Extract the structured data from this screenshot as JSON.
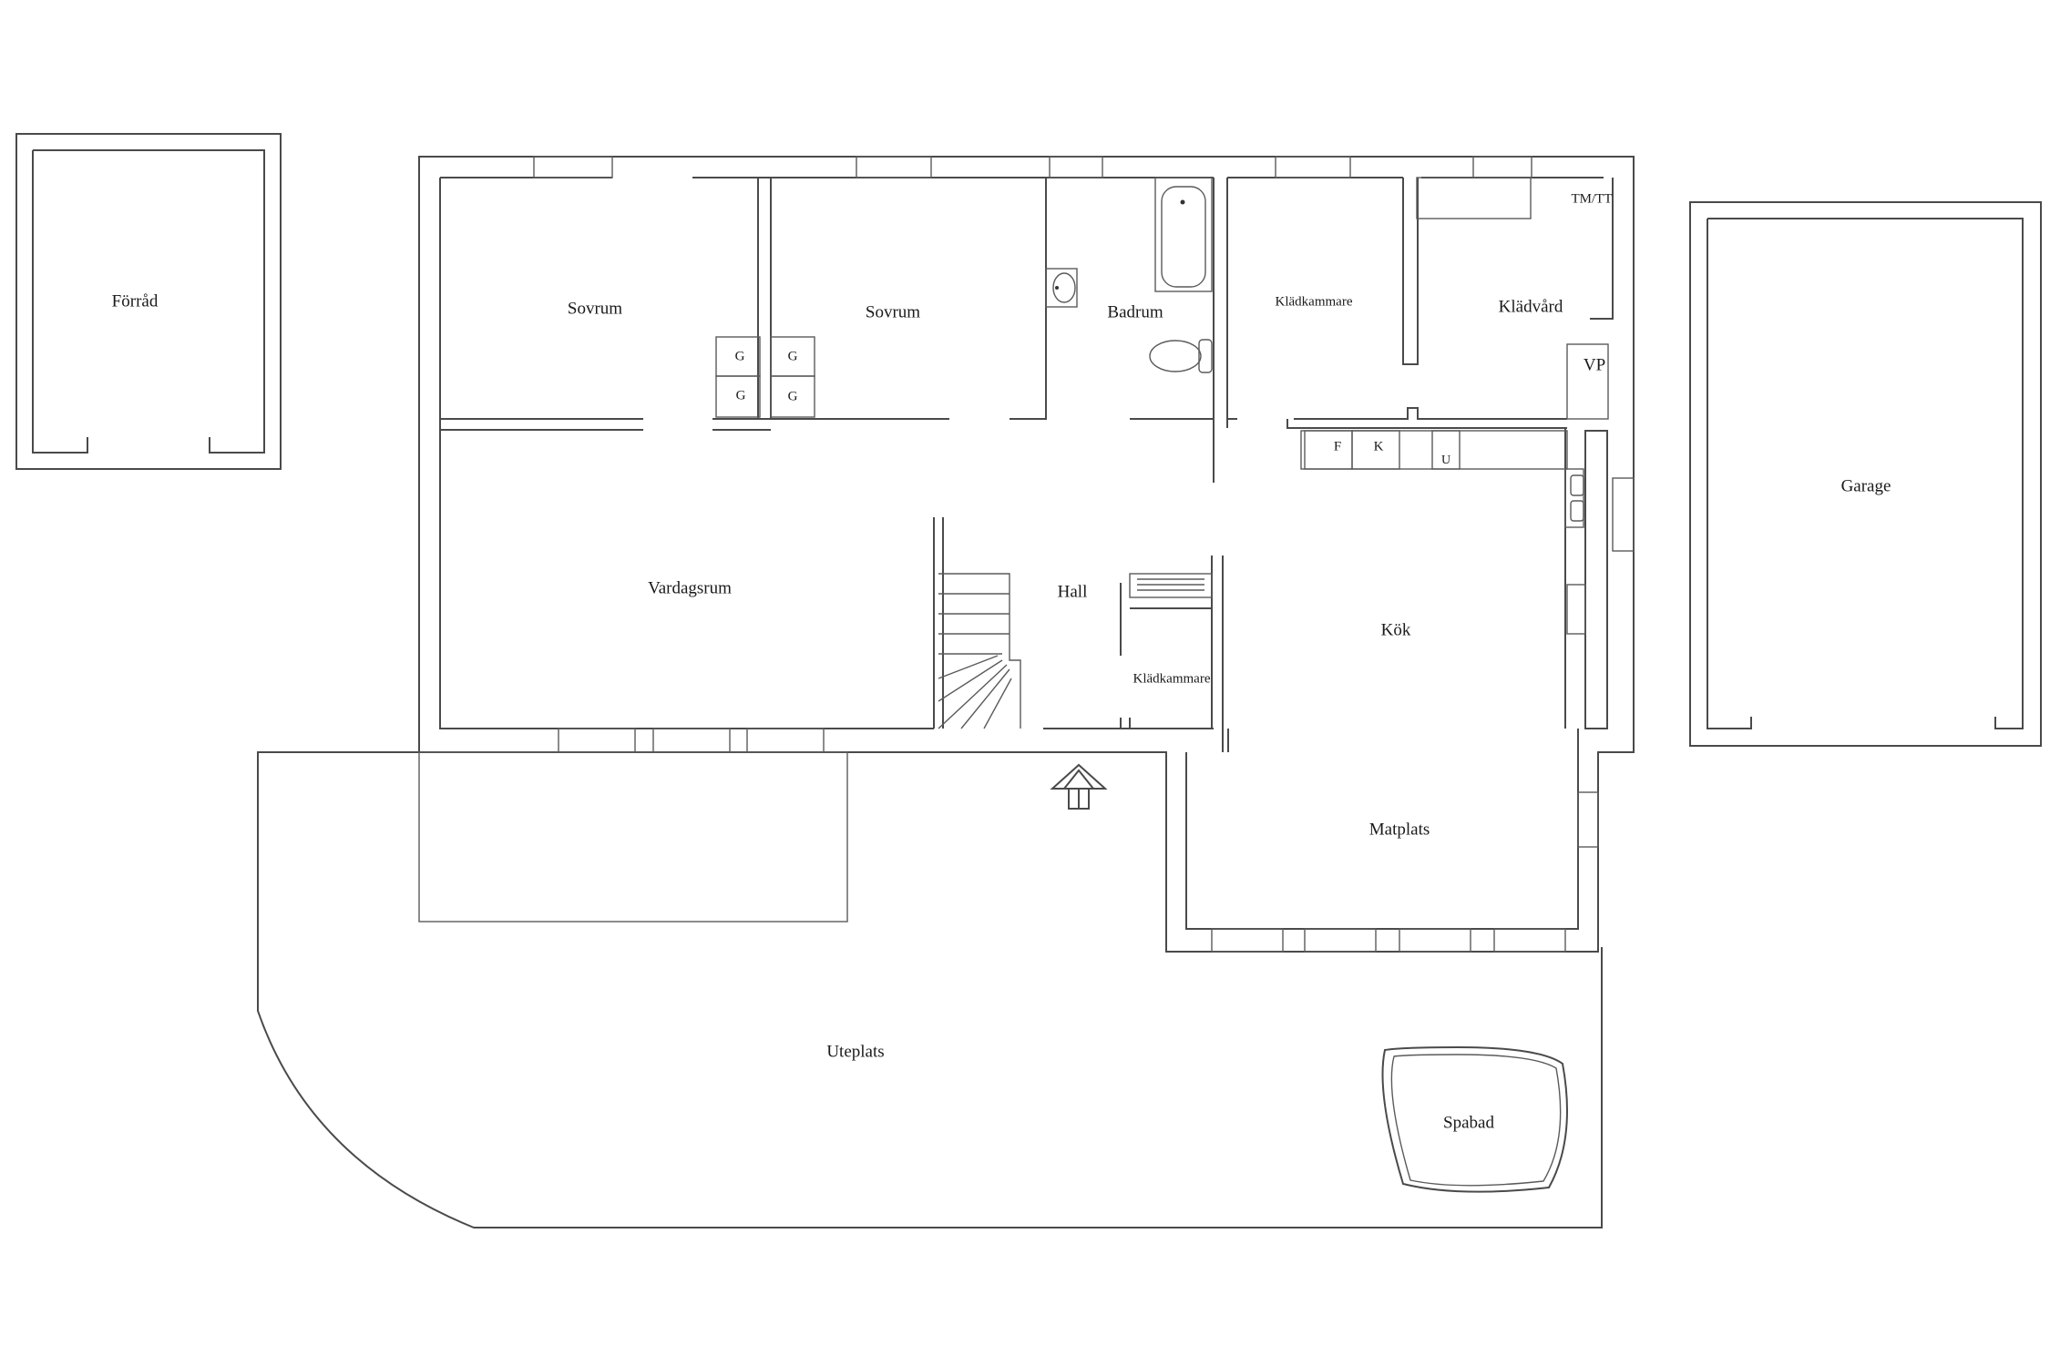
{
  "rooms": {
    "forrad": "Förråd",
    "sovrum_1": "Sovrum",
    "sovrum_2": "Sovrum",
    "badrum": "Badrum",
    "kladkammare_1": "Klädkammare",
    "kladvard": "Klädvård",
    "tm_tt": "TM/TT",
    "vp": "VP",
    "garage": "Garage",
    "vardagsrum": "Vardagsrum",
    "hall": "Hall",
    "kladkammare_2": "Klädkammare",
    "kok": "Kök",
    "matplats": "Matplats",
    "uteplats": "Uteplats",
    "spabad": "Spabad"
  },
  "fixtures": {
    "g1": "G",
    "g2": "G",
    "g3": "G",
    "g4": "G",
    "f": "F",
    "k": "K",
    "u": "U"
  }
}
